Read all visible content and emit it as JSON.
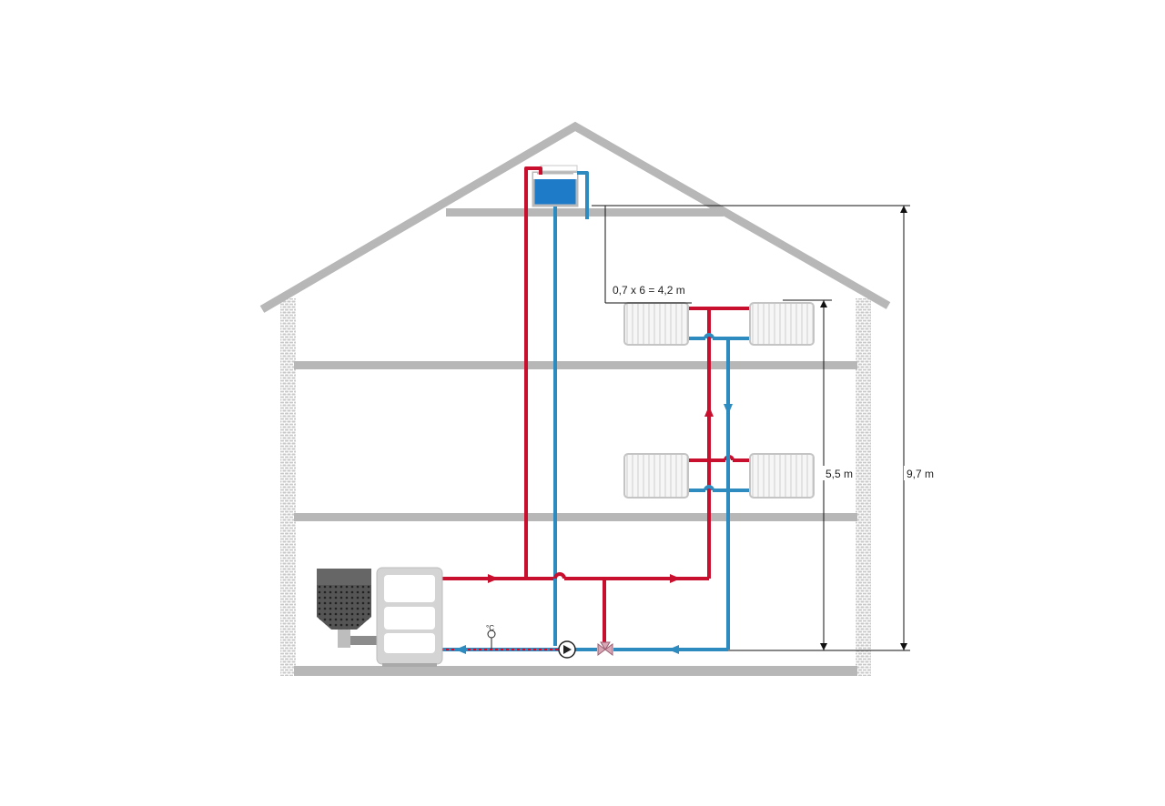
{
  "colors": {
    "structure": "#b7b7b7",
    "wall_bricks": "#c8c8c8",
    "supply_pipe": "#c8102e",
    "return_pipe": "#2e8bc0",
    "expansion_tank": "#1e7bc8",
    "boiler": "#cfcfcf",
    "hopper": "#555555",
    "radiator": "#f4f4f4",
    "dimension": "#111111"
  },
  "dimensions": {
    "tank_offset": "0,7 x 6 = 4,2 m",
    "lower_height": "5,5 m",
    "total_height": "9,7 m"
  },
  "labels": {
    "temperature_sensor": "°C"
  },
  "icons": {
    "circulation_pump": "pump-icon",
    "mixing_valve": "valve-icon",
    "temperature_sensor": "thermometer-icon"
  }
}
